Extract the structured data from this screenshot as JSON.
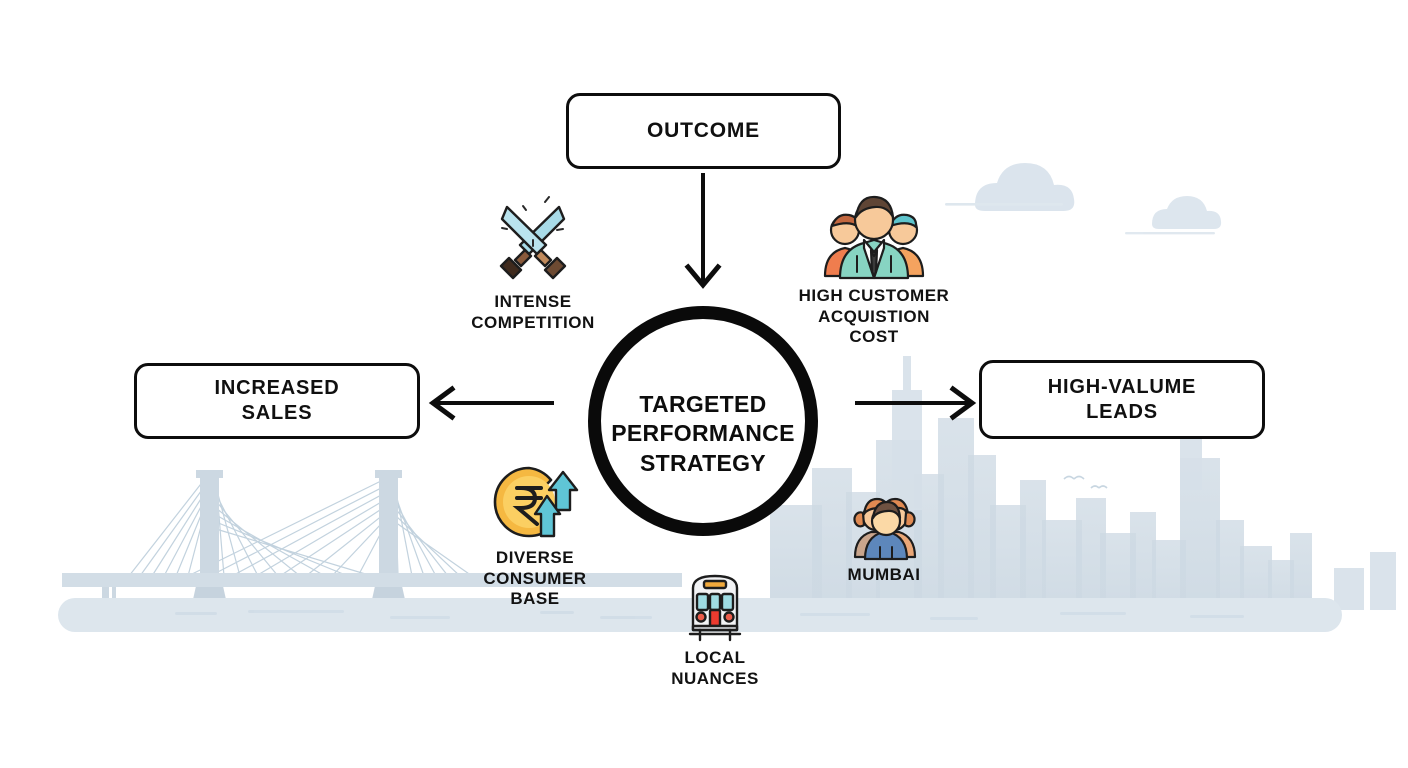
{
  "diagram": {
    "title_node": {
      "label": "OUTCOME",
      "name": "outcome-box"
    },
    "center": {
      "label": "TARGETED\nPERFORMANCE\nSTRATEGY",
      "name": "targeted-performance-strategy-circle"
    },
    "left_node": {
      "label": "INCREASED\nSALES",
      "name": "increased-sales-box"
    },
    "right_node": {
      "label": "HIGH-VALUME\nLEADS",
      "name": "high-valume-leads-box"
    },
    "factors": [
      {
        "label": "INTENSE\nCOMPETITION",
        "icon": "crossed-swords-icon"
      },
      {
        "label": "HIGH CUSTOMER\nACQUISTION\nCOST",
        "icon": "group-of-people-icon"
      },
      {
        "label": "DIVERSE\nCONSUMER\nBASE",
        "icon": "rupee-coin-growth-icon"
      },
      {
        "label": "MUMBAI",
        "icon": "two-people-icon"
      },
      {
        "label": "LOCAL\nNUANCES",
        "icon": "local-train-icon"
      }
    ],
    "arrows": [
      {
        "name": "arrow-outcome-to-center",
        "direction": "down"
      },
      {
        "name": "arrow-center-to-increased-sales",
        "direction": "left"
      },
      {
        "name": "arrow-center-to-high-valume-leads",
        "direction": "right"
      }
    ],
    "background": {
      "elements": [
        "cable-stayed-bridge",
        "city-skyline",
        "water-band",
        "clouds",
        "birds"
      ],
      "silhouette_color": "#ccd8e2",
      "water_color": "#dde6ed",
      "cloud_color": "#d5e0ea"
    },
    "colors": {
      "stroke": "#0d0d0d",
      "text": "#101010",
      "page_background": "#ffffff",
      "sword_blade": "#a8dbe8",
      "sword_hilt": "#6b4a33",
      "coin": "#f5b841",
      "arrow_accent": "#5fc5d6",
      "person_skin": "#f7c99a",
      "person_suit": "#87d4c2",
      "person_orange": "#ef7d4e",
      "train_body": "#f2f3f5",
      "train_door": "#ed3b2f",
      "train_window": "#9fdce3",
      "train_sign": "#f0a93c",
      "mumbai_shirt": "#5d87bb",
      "mumbai_hair": "#e08a52"
    }
  }
}
